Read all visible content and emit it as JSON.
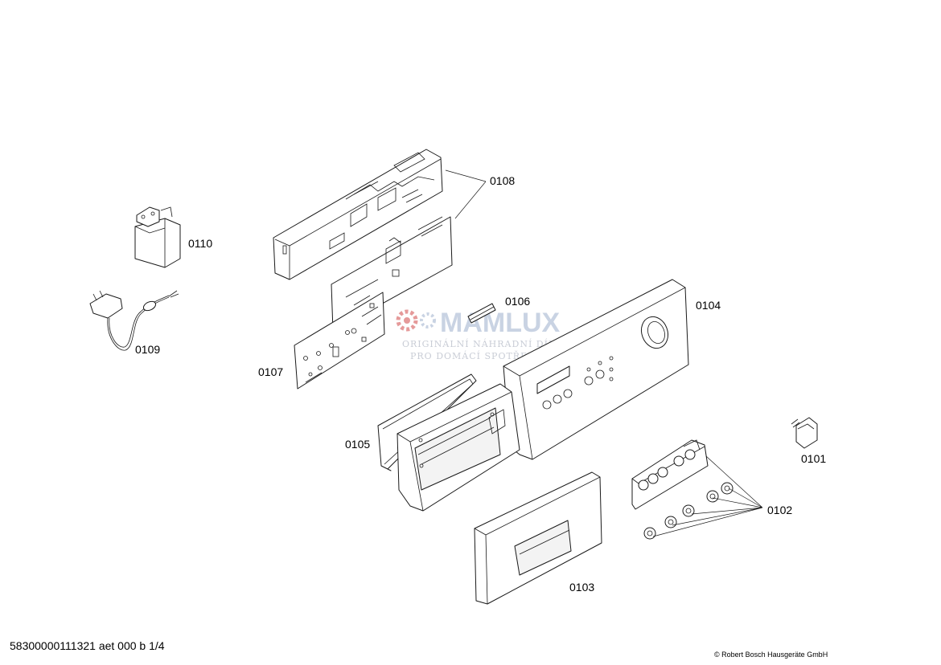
{
  "diagram": {
    "labels": {
      "p0101": "0101",
      "p0102": "0102",
      "p0103": "0103",
      "p0104": "0104",
      "p0105": "0105",
      "p0106": "0106",
      "p0107": "0107",
      "p0108": "0108",
      "p0109": "0109",
      "p0110": "0110"
    }
  },
  "watermark": {
    "title": "MAMLUX",
    "line1": "ORIGINÁLNÍ NÁHRADNÍ DÍLY",
    "line2": "PRO DOMÁCÍ SPOTŘEBIČE"
  },
  "footer": {
    "drawing_id": "58300000111321 aet 000 b 1/4",
    "copyright": "© Robert Bosch Hausgeräte GmbH"
  },
  "colors": {
    "line": "#1a1a1a",
    "watermark_blue": "#c9d3e3",
    "watermark_red": "#e59a9a"
  }
}
